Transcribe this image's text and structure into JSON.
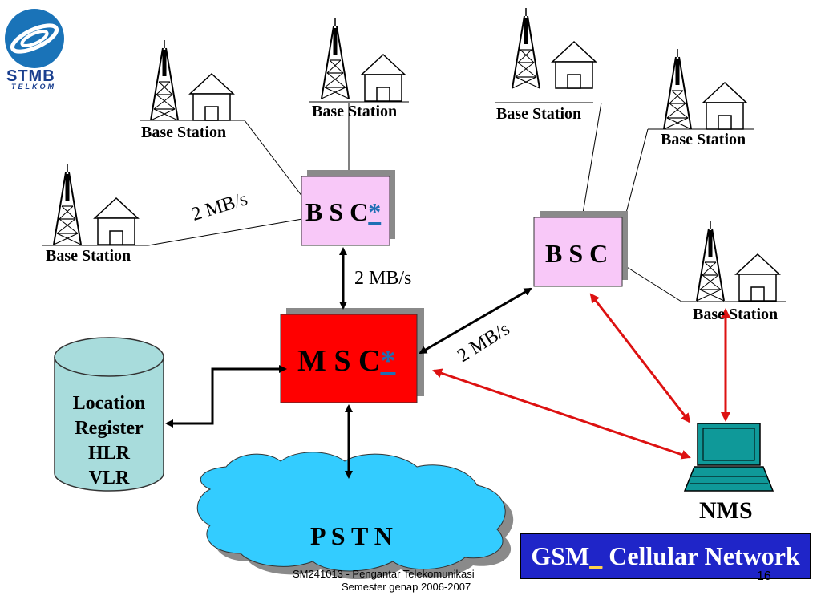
{
  "logo": {
    "name": "STMB",
    "sub": "TELKOM"
  },
  "base_station_label": "Base Station",
  "bsc_left": {
    "label": "B S C",
    "mark": "*"
  },
  "bsc_right": {
    "label": "B S C"
  },
  "msc": {
    "label": "M S C",
    "mark": "*"
  },
  "rates": {
    "left_bs": "2 MB/s",
    "bsc_msc": "2 MB/s",
    "msc_bsc_right": "2 MB/s"
  },
  "location_register": {
    "line1": "Location",
    "line2": "Register",
    "line3": "HLR",
    "line4": "VLR"
  },
  "pstn": "P S T N",
  "nms": "NMS",
  "title": {
    "text": "GSM Cellular Network",
    "mark": "_"
  },
  "footer": {
    "line1": "SM241013 - Pengantar Telekomunikasi",
    "line2": "Semester genap 2006-2007"
  },
  "page_number": "16",
  "colors": {
    "bsc": "#f8c8f8",
    "msc": "#ff0000",
    "cloud": "#33ccff",
    "cylinder": "#a8dcdc",
    "nms": "#0f9999",
    "red_link": "#dd1111",
    "banner": "#1f25c8"
  }
}
